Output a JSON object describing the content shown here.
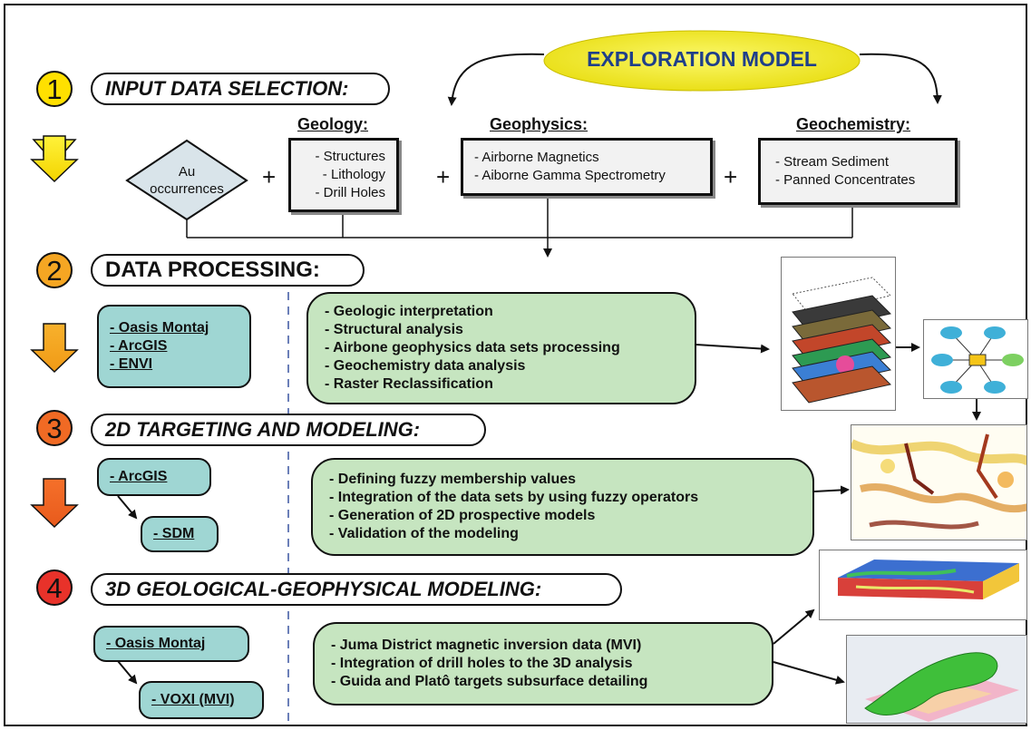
{
  "model_label": "EXPLORATION MODEL",
  "steps": [
    {
      "number": "1",
      "title": "INPUT DATA SELECTION:"
    },
    {
      "number": "2",
      "title": "DATA PROCESSING:"
    },
    {
      "number": "3",
      "title": "2D TARGETING AND MODELING:"
    },
    {
      "number": "4",
      "title": "3D GEOLOGICAL-GEOPHYSICAL MODELING:"
    }
  ],
  "inputs": {
    "au": "Au occurrences",
    "geology": {
      "header": "Geology:",
      "items": [
        "- Structures",
        "- Lithology",
        "- Drill Holes"
      ]
    },
    "geophysics": {
      "header": "Geophysics:",
      "items": [
        "- Airborne Magnetics",
        "- Aiborne Gamma Spectrometry"
      ]
    },
    "geochemistry": {
      "header": "Geochemistry:",
      "items": [
        "- Stream Sediment",
        "- Panned Concentrates"
      ]
    },
    "plus": "+"
  },
  "processing": {
    "tools": [
      "- Oasis Montaj",
      "- ArcGIS",
      "- ENVI"
    ],
    "tasks": [
      "- Geologic interpretation",
      "- Structural analysis",
      "- Airbone geophysics data sets processing",
      "- Geochemistry data analysis",
      "- Raster Reclassification"
    ]
  },
  "targeting": {
    "tool_a": "- ArcGIS",
    "tool_b": "- SDM",
    "tasks": [
      "- Defining fuzzy membership values",
      "- Integration of the data sets by using fuzzy operators",
      "- Generation of 2D prospective models",
      "- Validation of the modeling"
    ]
  },
  "modeling3d": {
    "tool_a": "- Oasis Montaj",
    "tool_b": "- VOXI (MVI)",
    "tasks": [
      "- Juma District magnetic inversion data (MVI)",
      "- Integration of drill holes to the 3D analysis",
      "- Guida and Platô targets subsurface detailing"
    ]
  },
  "colors": {
    "step1": "#ffe000",
    "step2": "#f5a623",
    "step3": "#f06a24",
    "step4": "#e8322a",
    "tool_fill": "#9fd6d3",
    "task_fill": "#c6e5c0",
    "ellipse_fill": "#f2ec2a"
  }
}
